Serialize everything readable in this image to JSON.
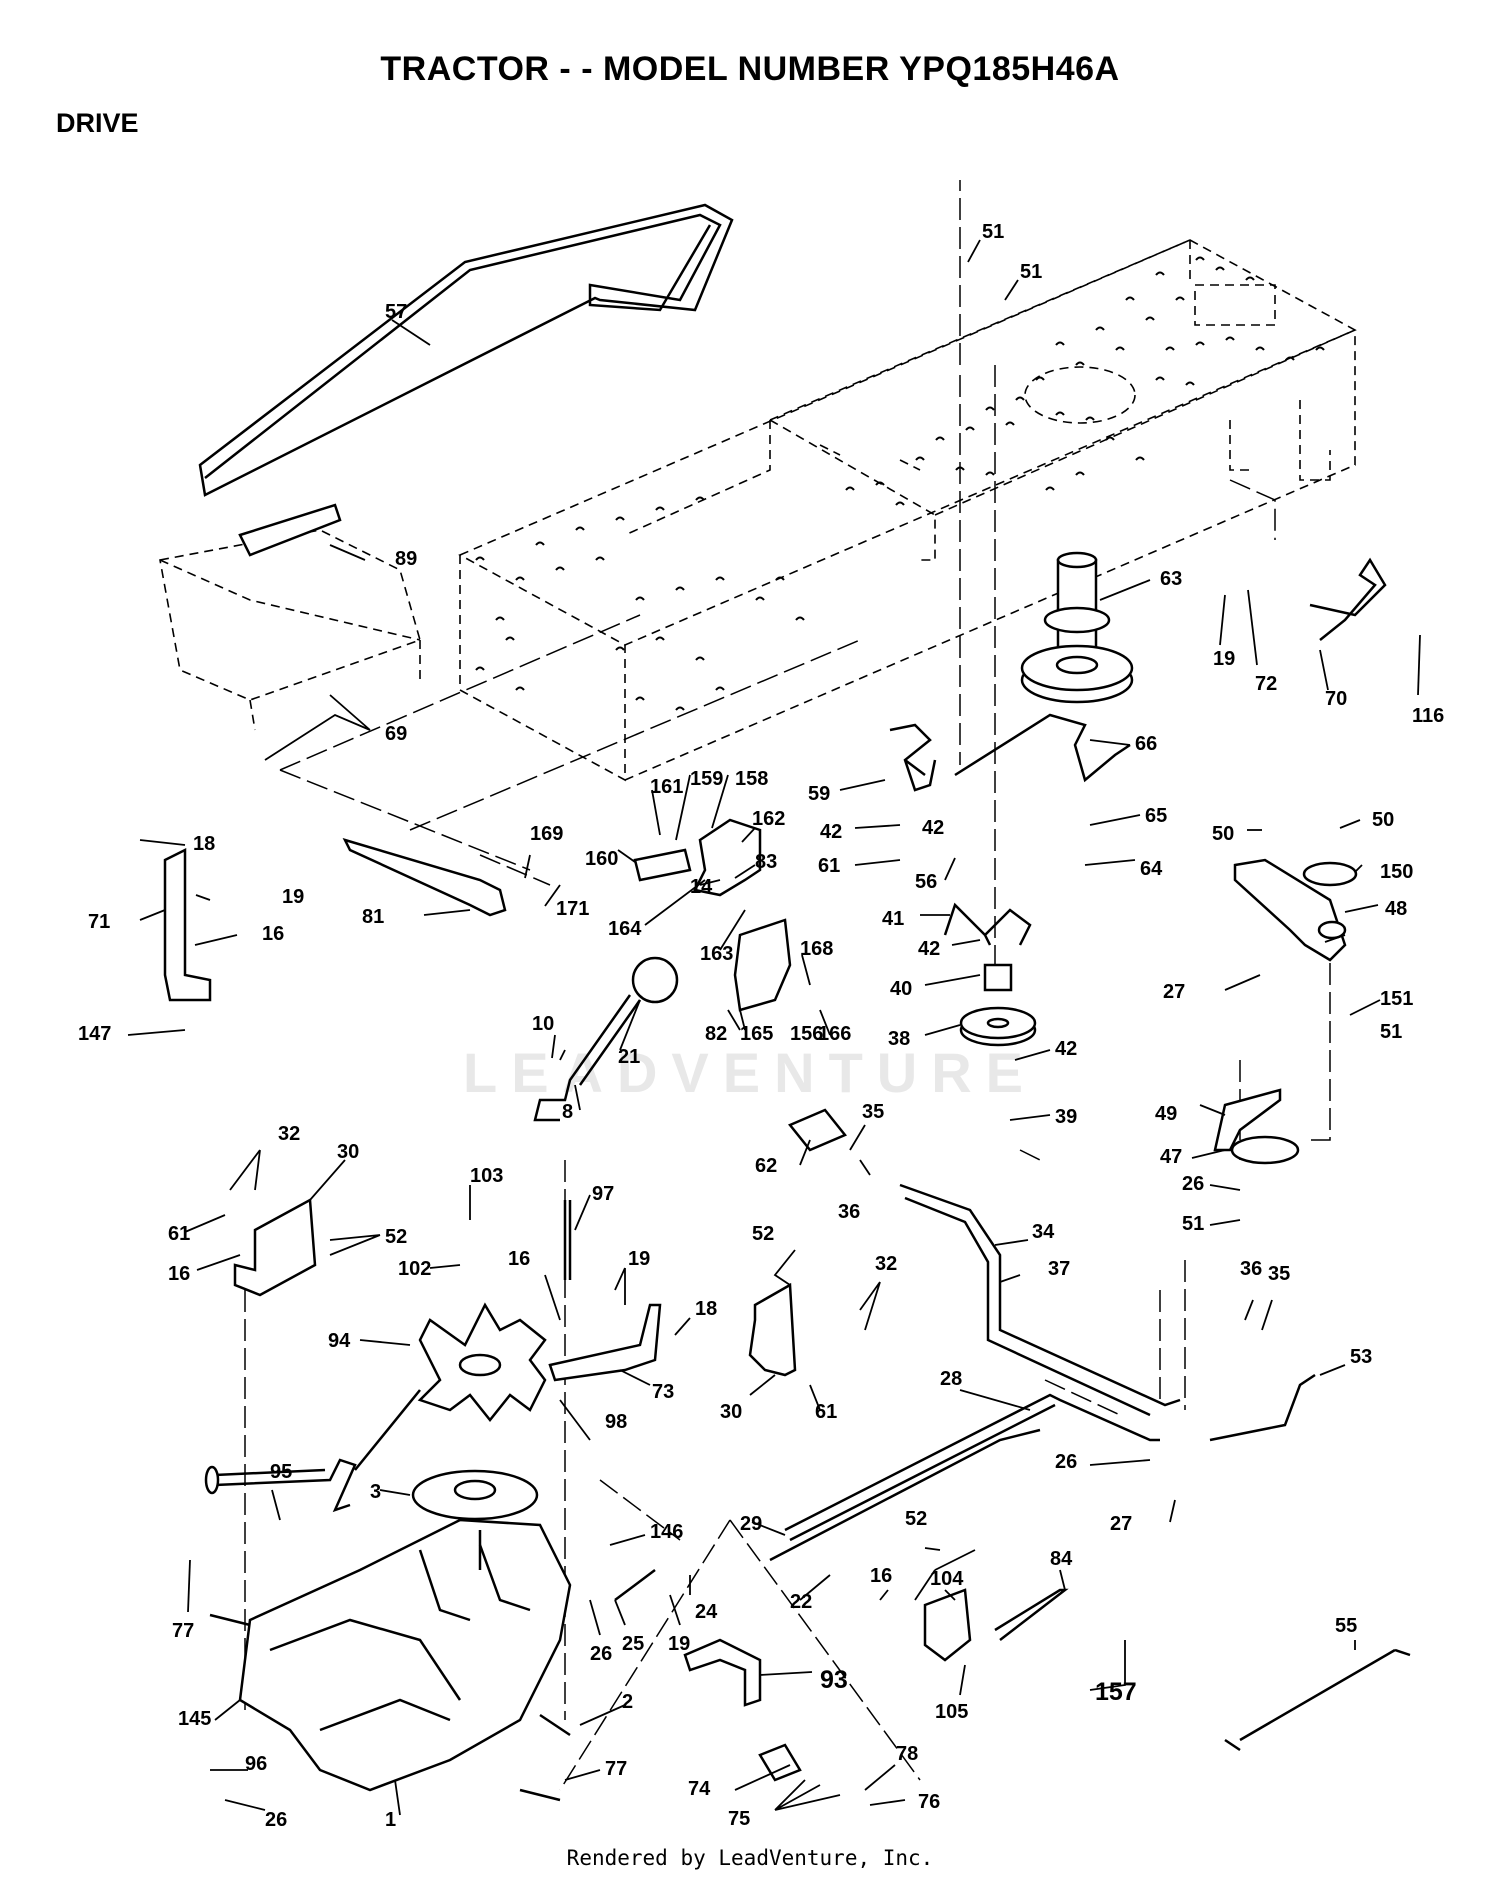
{
  "header": {
    "title": "TRACTOR - - MODEL NUMBER YPQ185H46A",
    "section": "DRIVE"
  },
  "watermark": "LEADVENTURE",
  "footer": "Rendered by LeadVenture, Inc.",
  "callouts": [
    {
      "id": "c-51a",
      "label": "51"
    },
    {
      "id": "c-51b",
      "label": "51"
    },
    {
      "id": "c-57",
      "label": "57"
    },
    {
      "id": "c-89",
      "label": "89"
    },
    {
      "id": "c-69",
      "label": "69"
    },
    {
      "id": "c-63",
      "label": "63"
    },
    {
      "id": "c-19a",
      "label": "19"
    },
    {
      "id": "c-72",
      "label": "72"
    },
    {
      "id": "c-70",
      "label": "70"
    },
    {
      "id": "c-116",
      "label": "116"
    },
    {
      "id": "c-66",
      "label": "66"
    },
    {
      "id": "c-59",
      "label": "59"
    },
    {
      "id": "c-42a",
      "label": "42"
    },
    {
      "id": "c-42b",
      "label": "42"
    },
    {
      "id": "c-61a",
      "label": "61"
    },
    {
      "id": "c-56",
      "label": "56"
    },
    {
      "id": "c-65",
      "label": "65"
    },
    {
      "id": "c-64",
      "label": "64"
    },
    {
      "id": "c-50a",
      "label": "50"
    },
    {
      "id": "c-50b",
      "label": "50"
    },
    {
      "id": "c-150",
      "label": "150"
    },
    {
      "id": "c-48",
      "label": "48"
    },
    {
      "id": "c-18a",
      "label": "18"
    },
    {
      "id": "c-19b",
      "label": "19"
    },
    {
      "id": "c-71",
      "label": "71"
    },
    {
      "id": "c-16a",
      "label": "16"
    },
    {
      "id": "c-147",
      "label": "147"
    },
    {
      "id": "c-81",
      "label": "81"
    },
    {
      "id": "c-169",
      "label": "169"
    },
    {
      "id": "c-171",
      "label": "171"
    },
    {
      "id": "c-161",
      "label": "161"
    },
    {
      "id": "c-159",
      "label": "159"
    },
    {
      "id": "c-158",
      "label": "158"
    },
    {
      "id": "c-160",
      "label": "160"
    },
    {
      "id": "c-162",
      "label": "162"
    },
    {
      "id": "c-83",
      "label": "83"
    },
    {
      "id": "c-14",
      "label": "14"
    },
    {
      "id": "c-164",
      "label": "164"
    },
    {
      "id": "c-163",
      "label": "163"
    },
    {
      "id": "c-168",
      "label": "168"
    },
    {
      "id": "c-41",
      "label": "41"
    },
    {
      "id": "c-42c",
      "label": "42"
    },
    {
      "id": "c-40",
      "label": "40"
    },
    {
      "id": "c-38",
      "label": "38"
    },
    {
      "id": "c-42d",
      "label": "42"
    },
    {
      "id": "c-39",
      "label": "39"
    },
    {
      "id": "c-27a",
      "label": "27"
    },
    {
      "id": "c-151",
      "label": "151"
    },
    {
      "id": "c-51c",
      "label": "51"
    },
    {
      "id": "c-10",
      "label": "10"
    },
    {
      "id": "c-21",
      "label": "21"
    },
    {
      "id": "c-82",
      "label": "82"
    },
    {
      "id": "c-165",
      "label": "165"
    },
    {
      "id": "c-156",
      "label": "156"
    },
    {
      "id": "c-166",
      "label": "166"
    },
    {
      "id": "c-8",
      "label": "8"
    },
    {
      "id": "c-49",
      "label": "49"
    },
    {
      "id": "c-47",
      "label": "47"
    },
    {
      "id": "c-26a",
      "label": "26"
    },
    {
      "id": "c-51d",
      "label": "51"
    },
    {
      "id": "c-35a",
      "label": "35"
    },
    {
      "id": "c-62",
      "label": "62"
    },
    {
      "id": "c-36a",
      "label": "36"
    },
    {
      "id": "c-32a",
      "label": "32"
    },
    {
      "id": "c-30a",
      "label": "30"
    },
    {
      "id": "c-103",
      "label": "103"
    },
    {
      "id": "c-97",
      "label": "97"
    },
    {
      "id": "c-61b",
      "label": "61"
    },
    {
      "id": "c-52a",
      "label": "52"
    },
    {
      "id": "c-16b",
      "label": "16"
    },
    {
      "id": "c-102",
      "label": "102"
    },
    {
      "id": "c-16c",
      "label": "16"
    },
    {
      "id": "c-19c",
      "label": "19"
    },
    {
      "id": "c-18b",
      "label": "18"
    },
    {
      "id": "c-52b",
      "label": "52"
    },
    {
      "id": "c-32b",
      "label": "32"
    },
    {
      "id": "c-34",
      "label": "34"
    },
    {
      "id": "c-37",
      "label": "37"
    },
    {
      "id": "c-36b",
      "label": "36"
    },
    {
      "id": "c-35b",
      "label": "35"
    },
    {
      "id": "c-94",
      "label": "94"
    },
    {
      "id": "c-73",
      "label": "73"
    },
    {
      "id": "c-30b",
      "label": "30"
    },
    {
      "id": "c-61c",
      "label": "61"
    },
    {
      "id": "c-53",
      "label": "53"
    },
    {
      "id": "c-95",
      "label": "95"
    },
    {
      "id": "c-98",
      "label": "98"
    },
    {
      "id": "c-28",
      "label": "28"
    },
    {
      "id": "c-26b",
      "label": "26"
    },
    {
      "id": "c-3",
      "label": "3"
    },
    {
      "id": "c-29",
      "label": "29"
    },
    {
      "id": "c-27b",
      "label": "27"
    },
    {
      "id": "c-146",
      "label": "146"
    },
    {
      "id": "c-52c",
      "label": "52"
    },
    {
      "id": "c-84",
      "label": "84"
    },
    {
      "id": "c-16d",
      "label": "16"
    },
    {
      "id": "c-104",
      "label": "104"
    },
    {
      "id": "c-55",
      "label": "55"
    },
    {
      "id": "c-77a",
      "label": "77"
    },
    {
      "id": "c-24",
      "label": "24"
    },
    {
      "id": "c-22",
      "label": "22"
    },
    {
      "id": "c-26c",
      "label": "26"
    },
    {
      "id": "c-25",
      "label": "25"
    },
    {
      "id": "c-19d",
      "label": "19"
    },
    {
      "id": "c-93",
      "label": "93"
    },
    {
      "id": "c-157",
      "label": "157"
    },
    {
      "id": "c-105",
      "label": "105"
    },
    {
      "id": "c-145",
      "label": "145"
    },
    {
      "id": "c-2",
      "label": "2"
    },
    {
      "id": "c-96",
      "label": "96"
    },
    {
      "id": "c-77b",
      "label": "77"
    },
    {
      "id": "c-78",
      "label": "78"
    },
    {
      "id": "c-74",
      "label": "74"
    },
    {
      "id": "c-76",
      "label": "76"
    },
    {
      "id": "c-75",
      "label": "75"
    },
    {
      "id": "c-26d",
      "label": "26"
    },
    {
      "id": "c-1",
      "label": "1"
    }
  ]
}
